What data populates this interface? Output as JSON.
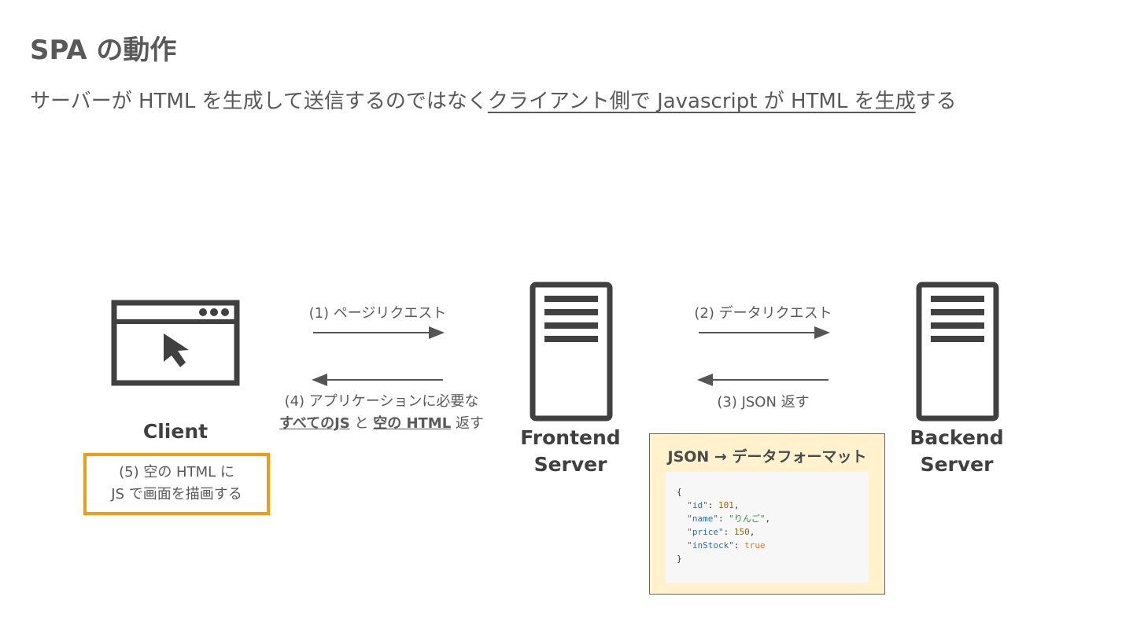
{
  "title": "SPA の動作",
  "subtitle": {
    "pre": "サーバーが HTML を生成して送信するのではなく",
    "underlined": "クライアント側で Javascript が HTML を生成",
    "post": "する"
  },
  "client": {
    "label": "Client",
    "note_line1": "(5) 空の HTML に",
    "note_line2": "JS で画面を描画する"
  },
  "frontend": {
    "line1": "Frontend",
    "line2": "Server"
  },
  "backend": {
    "line1": "Backend",
    "line2": "Server"
  },
  "arrows": {
    "a1": "(1) ページリクエスト",
    "a2": "(2) データリクエスト",
    "a3": "(3) JSON 返す",
    "a4_line1": "(4) アプリケーションに必要な",
    "a4_all_js": "すべてのJS",
    "a4_to": "と",
    "a4_empty_html": "空の HTML",
    "a4_return": "返す"
  },
  "json_box": {
    "heading": "JSON → データフォーマット",
    "lines": {
      "open": "{",
      "k1": "\"id\"",
      "v1": "101",
      "k2": "\"name\"",
      "v2": "\"りんご\"",
      "k3": "\"price\"",
      "v3": "150",
      "k4": "\"inStock\"",
      "v4": "true",
      "close": "}"
    }
  },
  "colors": {
    "accent_orange": "#f39c12",
    "json_bg": "#fff2cc",
    "icon": "#404040"
  }
}
